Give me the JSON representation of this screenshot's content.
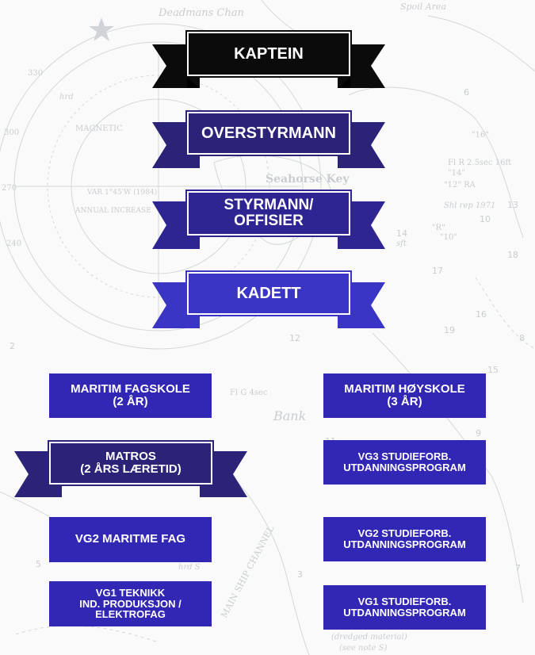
{
  "colors": {
    "black": "#0b0b0b",
    "dark_navy": "#2b2377",
    "navy": "#3229a6",
    "royal": "#3a35c4",
    "box": "#3127b4",
    "chart_line": "#c7cbd0",
    "white": "#ffffff"
  },
  "background": {
    "chart_labels": [
      "Deadmans Chan",
      "Spoil Area",
      "Seahorse Key",
      "MAGNETIC",
      "VAR 1°45'W (1984)",
      "ANNUAL INCREASE",
      "330",
      "300",
      "270",
      "240",
      "Fl R 2.5sec 16ft",
      "\"14\"",
      "\"12\" RA",
      "\"16\"",
      "Shl rep 1971",
      "\"R\"",
      "\"10\"",
      "Fl G 4sec",
      "Bank",
      "MAIN SHIP CHANNEL",
      "(dredged material)",
      "(see note S)",
      "hrd",
      "sft",
      "hrd S",
      "2",
      "14",
      "10",
      "18",
      "17",
      "13",
      "16",
      "19",
      "9",
      "7",
      "6",
      "5",
      "8",
      "15",
      "11",
      "12",
      "3"
    ]
  },
  "ladder": {
    "kaptein": "KAPTEIN",
    "overstyrmann": "OVERSTYRMANN",
    "styrmann": "STYRMANN/\nOFFISIER",
    "kadett": "KADETT",
    "matros": "MATROS\n(2 ÅRS LÆRETID)"
  },
  "left_column": {
    "fagskole": "MARITIM FAGSKOLE\n(2 ÅR)",
    "vg2": "VG2 MARITME FAG",
    "vg1": "VG1 TEKNIKK\nIND. PRODUKSJON /\nELEKTROFAG"
  },
  "right_column": {
    "hoyskole": "MARITIM HØYSKOLE\n(3 ÅR)",
    "vg3": "VG3 STUDIEFORB.\nUTDANNINGSPROGRAM",
    "vg2": "VG2 STUDIEFORB.\nUTDANNINGSPROGRAM",
    "vg1": "VG1 STUDIEFORB.\nUTDANNINGSPROGRAM"
  }
}
